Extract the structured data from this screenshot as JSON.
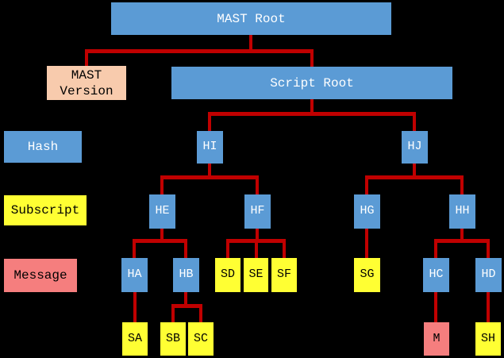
{
  "title": "MAST tree diagram",
  "colors": {
    "background": "#000000",
    "hash_fill": "#5b9bd5",
    "subscript_fill": "#ffff33",
    "message_fill": "#f57e7e",
    "version_fill": "#f8cbad",
    "connector": "#c00000",
    "text_on_blue": "#ffffff",
    "text_on_light": "#000000"
  },
  "nodes": {
    "mast_root": {
      "label": "MAST Root",
      "type": "hash"
    },
    "mast_version": {
      "label": "MAST\nVersion",
      "type": "version"
    },
    "script_root": {
      "label": "Script Root",
      "type": "hash"
    },
    "hash_legend": {
      "label": "Hash",
      "type": "hash"
    },
    "subscript_legend": {
      "label": "Subscript",
      "type": "subscript"
    },
    "message_legend": {
      "label": "Message",
      "type": "message"
    },
    "hi": {
      "label": "HI",
      "type": "hash"
    },
    "hj": {
      "label": "HJ",
      "type": "hash"
    },
    "he": {
      "label": "HE",
      "type": "hash"
    },
    "hf": {
      "label": "HF",
      "type": "hash"
    },
    "hg": {
      "label": "HG",
      "type": "hash"
    },
    "hh": {
      "label": "HH",
      "type": "hash"
    },
    "ha": {
      "label": "HA",
      "type": "hash"
    },
    "hb": {
      "label": "HB",
      "type": "hash"
    },
    "sd": {
      "label": "SD",
      "type": "subscript"
    },
    "se": {
      "label": "SE",
      "type": "subscript"
    },
    "sf": {
      "label": "SF",
      "type": "subscript"
    },
    "sg": {
      "label": "SG",
      "type": "subscript"
    },
    "hc": {
      "label": "HC",
      "type": "hash"
    },
    "hd": {
      "label": "HD",
      "type": "hash"
    },
    "sa": {
      "label": "SA",
      "type": "subscript"
    },
    "sb": {
      "label": "SB",
      "type": "subscript"
    },
    "sc": {
      "label": "SC",
      "type": "subscript"
    },
    "m": {
      "label": "M",
      "type": "message"
    },
    "sh": {
      "label": "SH",
      "type": "subscript"
    }
  },
  "edges": [
    {
      "from": "MAST Root",
      "to": "MAST Version"
    },
    {
      "from": "MAST Root",
      "to": "Script Root"
    },
    {
      "from": "Script Root",
      "to": "HI"
    },
    {
      "from": "Script Root",
      "to": "HJ"
    },
    {
      "from": "HI",
      "to": "HE"
    },
    {
      "from": "HI",
      "to": "HF"
    },
    {
      "from": "HJ",
      "to": "HG"
    },
    {
      "from": "HJ",
      "to": "HH"
    },
    {
      "from": "HE",
      "to": "HA"
    },
    {
      "from": "HE",
      "to": "HB"
    },
    {
      "from": "HF",
      "to": "SD"
    },
    {
      "from": "HF",
      "to": "SE"
    },
    {
      "from": "HF",
      "to": "SF"
    },
    {
      "from": "HG",
      "to": "SG"
    },
    {
      "from": "HH",
      "to": "HC"
    },
    {
      "from": "HH",
      "to": "HD"
    },
    {
      "from": "HA",
      "to": "SA"
    },
    {
      "from": "HB",
      "to": "SB"
    },
    {
      "from": "HB",
      "to": "SC"
    },
    {
      "from": "HC",
      "to": "M"
    },
    {
      "from": "HD",
      "to": "SH"
    }
  ]
}
